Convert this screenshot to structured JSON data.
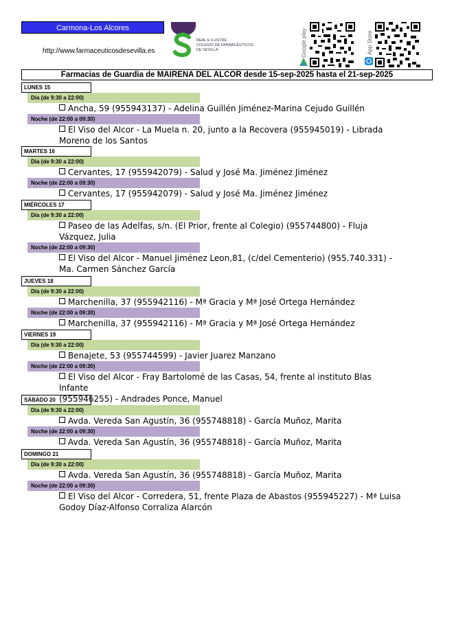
{
  "header": {
    "region": "Carmona-Los Alcores",
    "url": "http://www.farmaceuticosdesevilla.es",
    "logo_text": [
      "REAL E ILUSTRE",
      "COLEGIO DE FARMACÉUTICOS",
      "DE SEVILLA"
    ],
    "google_play_label": "Google play",
    "app_store_label": "App Store"
  },
  "title": "Farmacias de Guardia de MAIRENA DEL ALCOR desde 15-sep-2025 hasta el 21-sep-2025",
  "shift_labels": {
    "dia": "Día (de 9:30 a 22:00)",
    "noche": "Noche (de 22:00 a 09:30)"
  },
  "days": [
    {
      "label": "LUNES 15",
      "dia": [
        "Ancha, 59 (955943137) - Adelina Guillén Jiménez-Marina Cejudo Guillén"
      ],
      "noche": [
        "El Viso del Alcor - La Muela n. 20, junto a la Recovera (955945019) - Librada",
        "Moreno de los Santos"
      ]
    },
    {
      "label": "MARTES 16",
      "dia": [
        "Cervantes,  17 (955942079) - Salud y José Ma. Jiménez Jiménez"
      ],
      "noche": [
        "Cervantes,  17 (955942079) - Salud y José Ma. Jiménez Jiménez"
      ]
    },
    {
      "label": "MIÉRCOLES 17",
      "dia": [
        "Paseo de las Adelfas, s/n. (El Prior, frente al Colegio) (955744800) - Fluja",
        "Vázquez, Julia"
      ],
      "noche": [
        "El Viso del Alcor - Manuel Jiménez Leon,81, (c/del Cementerio) (955.740.331) -",
        "Ma. Carmen Sánchez García"
      ]
    },
    {
      "label": "JUEVES 18",
      "dia": [
        "Marchenilla, 37 (955942116) - Mª Gracia y Mª José Ortega Hernández"
      ],
      "noche": [
        "Marchenilla, 37 (955942116) - Mª Gracia y Mª José Ortega Hernández"
      ]
    },
    {
      "label": "VIERNES 19",
      "dia": [
        "Benajete, 53 (955744599) - Javier Juarez Manzano"
      ],
      "noche": [
        "El Viso del Alcor - Fray Bartolomé de las Casas, 54, frente al instituto Blas Infante",
        "(955946255) - Andrades Ponce, Manuel"
      ]
    },
    {
      "label": "SÁBADO 20",
      "dia": [
        "Avda. Vereda San Agustín, 36 (955748818) - García Muñoz, Marita"
      ],
      "noche": [
        "Avda. Vereda San Agustín, 36 (955748818) - García Muñoz, Marita"
      ]
    },
    {
      "label": "DOMINGO 21",
      "dia": [
        "Avda. Vereda San Agustín, 36 (955748818) - García Muñoz, Marita"
      ],
      "noche": [
        "El Viso del Alcor - Corredera, 51, frente Plaza de Abastos (955945227) - Mª Luisa",
        "Godoy Díaz-Alfonso Corraliza Alarcón"
      ]
    }
  ],
  "colors": {
    "region_bg": "#2e2ee6",
    "dia_bg": "#c5d9a0",
    "noche_bg": "#b7a6cc",
    "logo_purple": "#4b2a66",
    "logo_green": "#3aaa35"
  },
  "icons": [
    "google-play-icon",
    "app-store-icon",
    "qr-code-icon"
  ]
}
